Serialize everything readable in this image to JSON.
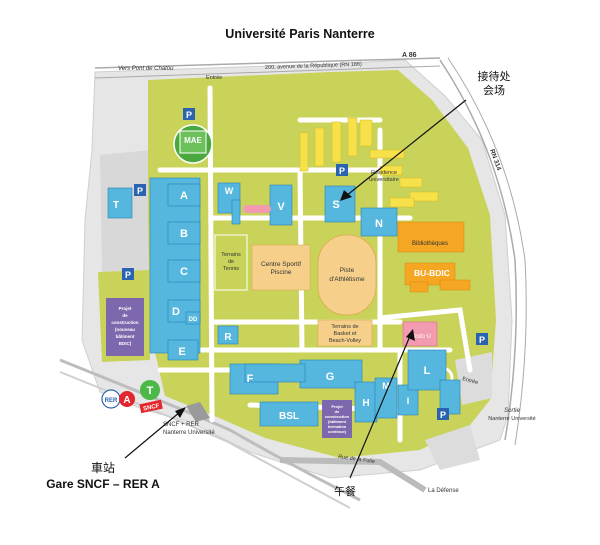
{
  "title": "Université Paris Nanterre",
  "roads": {
    "a86": "A 86",
    "rn314": "RN 314",
    "vers_pont": "Vers Pont de Chatou",
    "avenue": "200, avenue de la République (RN 186)",
    "rue_folie": "Rue de la Folie",
    "la_defense": "La Défense"
  },
  "entrances": {
    "top": "Entrée",
    "right": "Entrée",
    "sortie_title": "Sortie",
    "sortie_sub": "Nanterre Université"
  },
  "buildings": {
    "mae": "MAE",
    "a": "A",
    "b": "B",
    "c": "C",
    "d": "D",
    "dd": "DD",
    "e": "E",
    "t": "T",
    "w": "W",
    "v": "V",
    "s": "S",
    "n": "N",
    "r": "R",
    "f": "F",
    "g": "G",
    "h": "H",
    "i": "I",
    "l": "L",
    "m": "M",
    "bsl": "BSL",
    "bibliotheques": "Bibliothèques",
    "bu_bdic": "BU-BDIC",
    "residence_1": "Résidence",
    "residence_2": "universitaire",
    "terrains_tennis_1": "Terrains",
    "terrains_tennis_2": "de",
    "terrains_tennis_3": "Tennis",
    "centre_sportif_1": "Centre Sportif",
    "centre_sportif_2": "Piscine",
    "piste_1": "Piste",
    "piste_2": "d'Athlétisme",
    "basket_1": "Terrains de",
    "basket_2": "Basket et",
    "basket_3": "Beach-Volley",
    "resto_u": "Resto U",
    "projet_left_1": "Projet",
    "projet_left_2": "de",
    "projet_left_3": "construction",
    "projet_left_4": "(nouveau",
    "projet_left_5": "bâtiment",
    "projet_left_6": "BDIC)",
    "projet_right_1": "Projet",
    "projet_right_2": "de",
    "projet_right_3": "construction",
    "projet_right_4": "(bâtiment",
    "projet_right_5": "formation",
    "projet_right_6": "continue)"
  },
  "parking": "P",
  "station": {
    "sncf_rer": "SNCF + RER",
    "nanterre": "Nanterre Université",
    "rer": "RER",
    "rer_a": "A",
    "tram": "T",
    "sncf": "SNCF"
  },
  "annotations": {
    "reception_1": "接待处",
    "reception_2": "会场",
    "station_cn": "車站",
    "station_fr": "Gare SNCF – RER A",
    "lunch": "午餐"
  },
  "colors": {
    "campus": "#c9d35a",
    "path": "#ffffff",
    "building": "#55b6de",
    "building_dark": "#2a7fb4",
    "yellow": "#f7e14a",
    "orange": "#f5a623",
    "sports": "#f6d08a",
    "resto": "#f29ab0",
    "projet": "#7d68ad",
    "mae": "#4aa83f",
    "road": "#e5e5e5",
    "tram": "#4bb848",
    "rer": "#e3262d"
  }
}
